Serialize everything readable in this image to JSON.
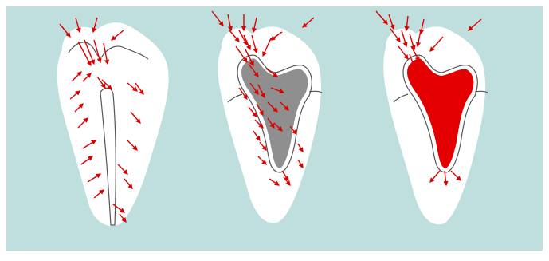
{
  "colors": {
    "background": "#bfdfdf",
    "tooth": "#ffffff",
    "outline": "#555555",
    "arrow": "#dd0000",
    "cavity_gray": "#8f8f8f",
    "cavity_red": "#e40000"
  },
  "panels": [
    {
      "name": "tooth-split",
      "cavity": "none"
    },
    {
      "name": "tooth-gray-cavity",
      "cavity": "gray"
    },
    {
      "name": "tooth-red-cavity",
      "cavity": "red"
    }
  ]
}
